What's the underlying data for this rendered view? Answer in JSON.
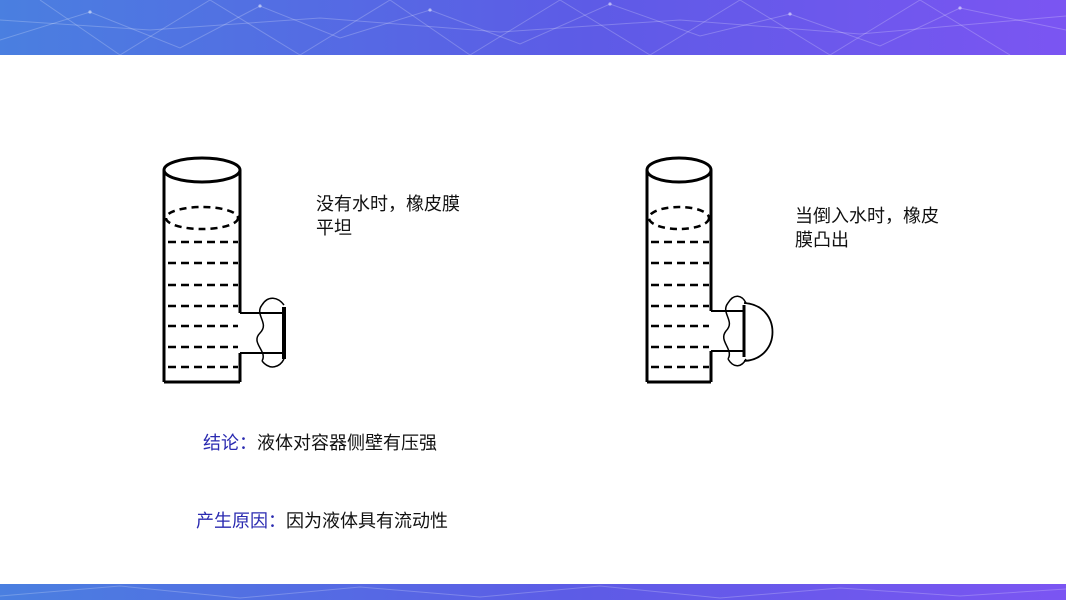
{
  "theme": {
    "banner_left": "#4a7fe0",
    "banner_mid": "#5d5be6",
    "banner_right": "#7b55f2",
    "label_color": "#2a2ab0",
    "text_color": "#111111"
  },
  "captions": {
    "left": "没有水时，橡皮膜平坦",
    "right": "当倒入水时，橡皮膜凸出"
  },
  "statements": [
    {
      "label": "结论：",
      "text": "液体对容器侧壁有压强"
    },
    {
      "label": "产生原因：",
      "text": "因为液体具有流动性"
    }
  ]
}
